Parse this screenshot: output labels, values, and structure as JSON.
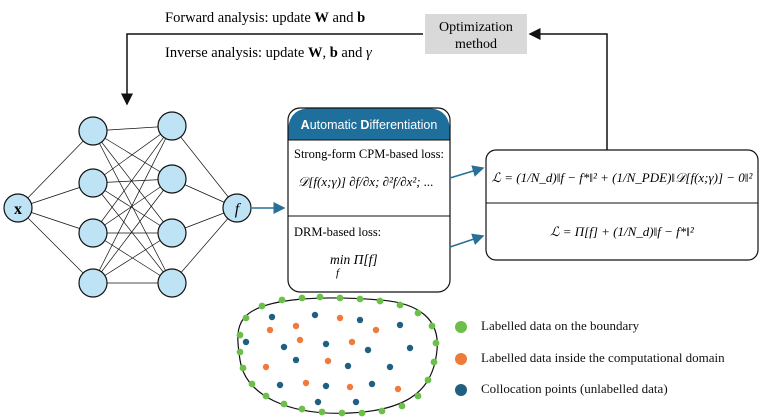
{
  "top": {
    "forward_prefix": "Forward analysis: update ",
    "forward_W": "W",
    "forward_and": " and ",
    "forward_b": "b",
    "inverse_prefix": "Inverse analysis: update ",
    "inverse_W": "W",
    "inverse_comma": ", ",
    "inverse_b": "b",
    "inverse_and": " and ",
    "inverse_gamma": "γ"
  },
  "optimization": {
    "line1": "Optimization",
    "line2": "method"
  },
  "network": {
    "input_label": "x",
    "output_label": "f"
  },
  "ad_box": {
    "title_A": "A",
    "title_rest1": "utomatic ",
    "title_D": "D",
    "title_rest2": "ifferentiation",
    "strong_label": "Strong-form  CPM-based loss:",
    "strong_expr": "𝒟[f(x;γ)]   ∂f/∂x;  ∂²f/∂x²;  ...",
    "drm_label": "DRM-based loss:",
    "drm_expr": "min Π[f]",
    "drm_sub": "f"
  },
  "loss_box": {
    "eq1": "ℒ = (1/N_d)‖f − f*‖² + (1/N_PDE)‖𝒟[f(x;γ)] − 0‖²",
    "eq2": "ℒ = Π[f] + (1/N_d)‖f − f*‖²"
  },
  "legend": [
    {
      "label": "Labelled data on the boundary",
      "color": "#6cc04a"
    },
    {
      "label": "Labelled data inside the computational domain",
      "color": "#f07a3a"
    },
    {
      "label": "Collocation points (unlabelled data)",
      "color": "#1f5f7f"
    }
  ],
  "colors": {
    "node_fill": "#bde3f5",
    "ad_header": "#1f6f9c",
    "arrow": "#2a6f95",
    "opt_box": "#d9d9d9"
  }
}
